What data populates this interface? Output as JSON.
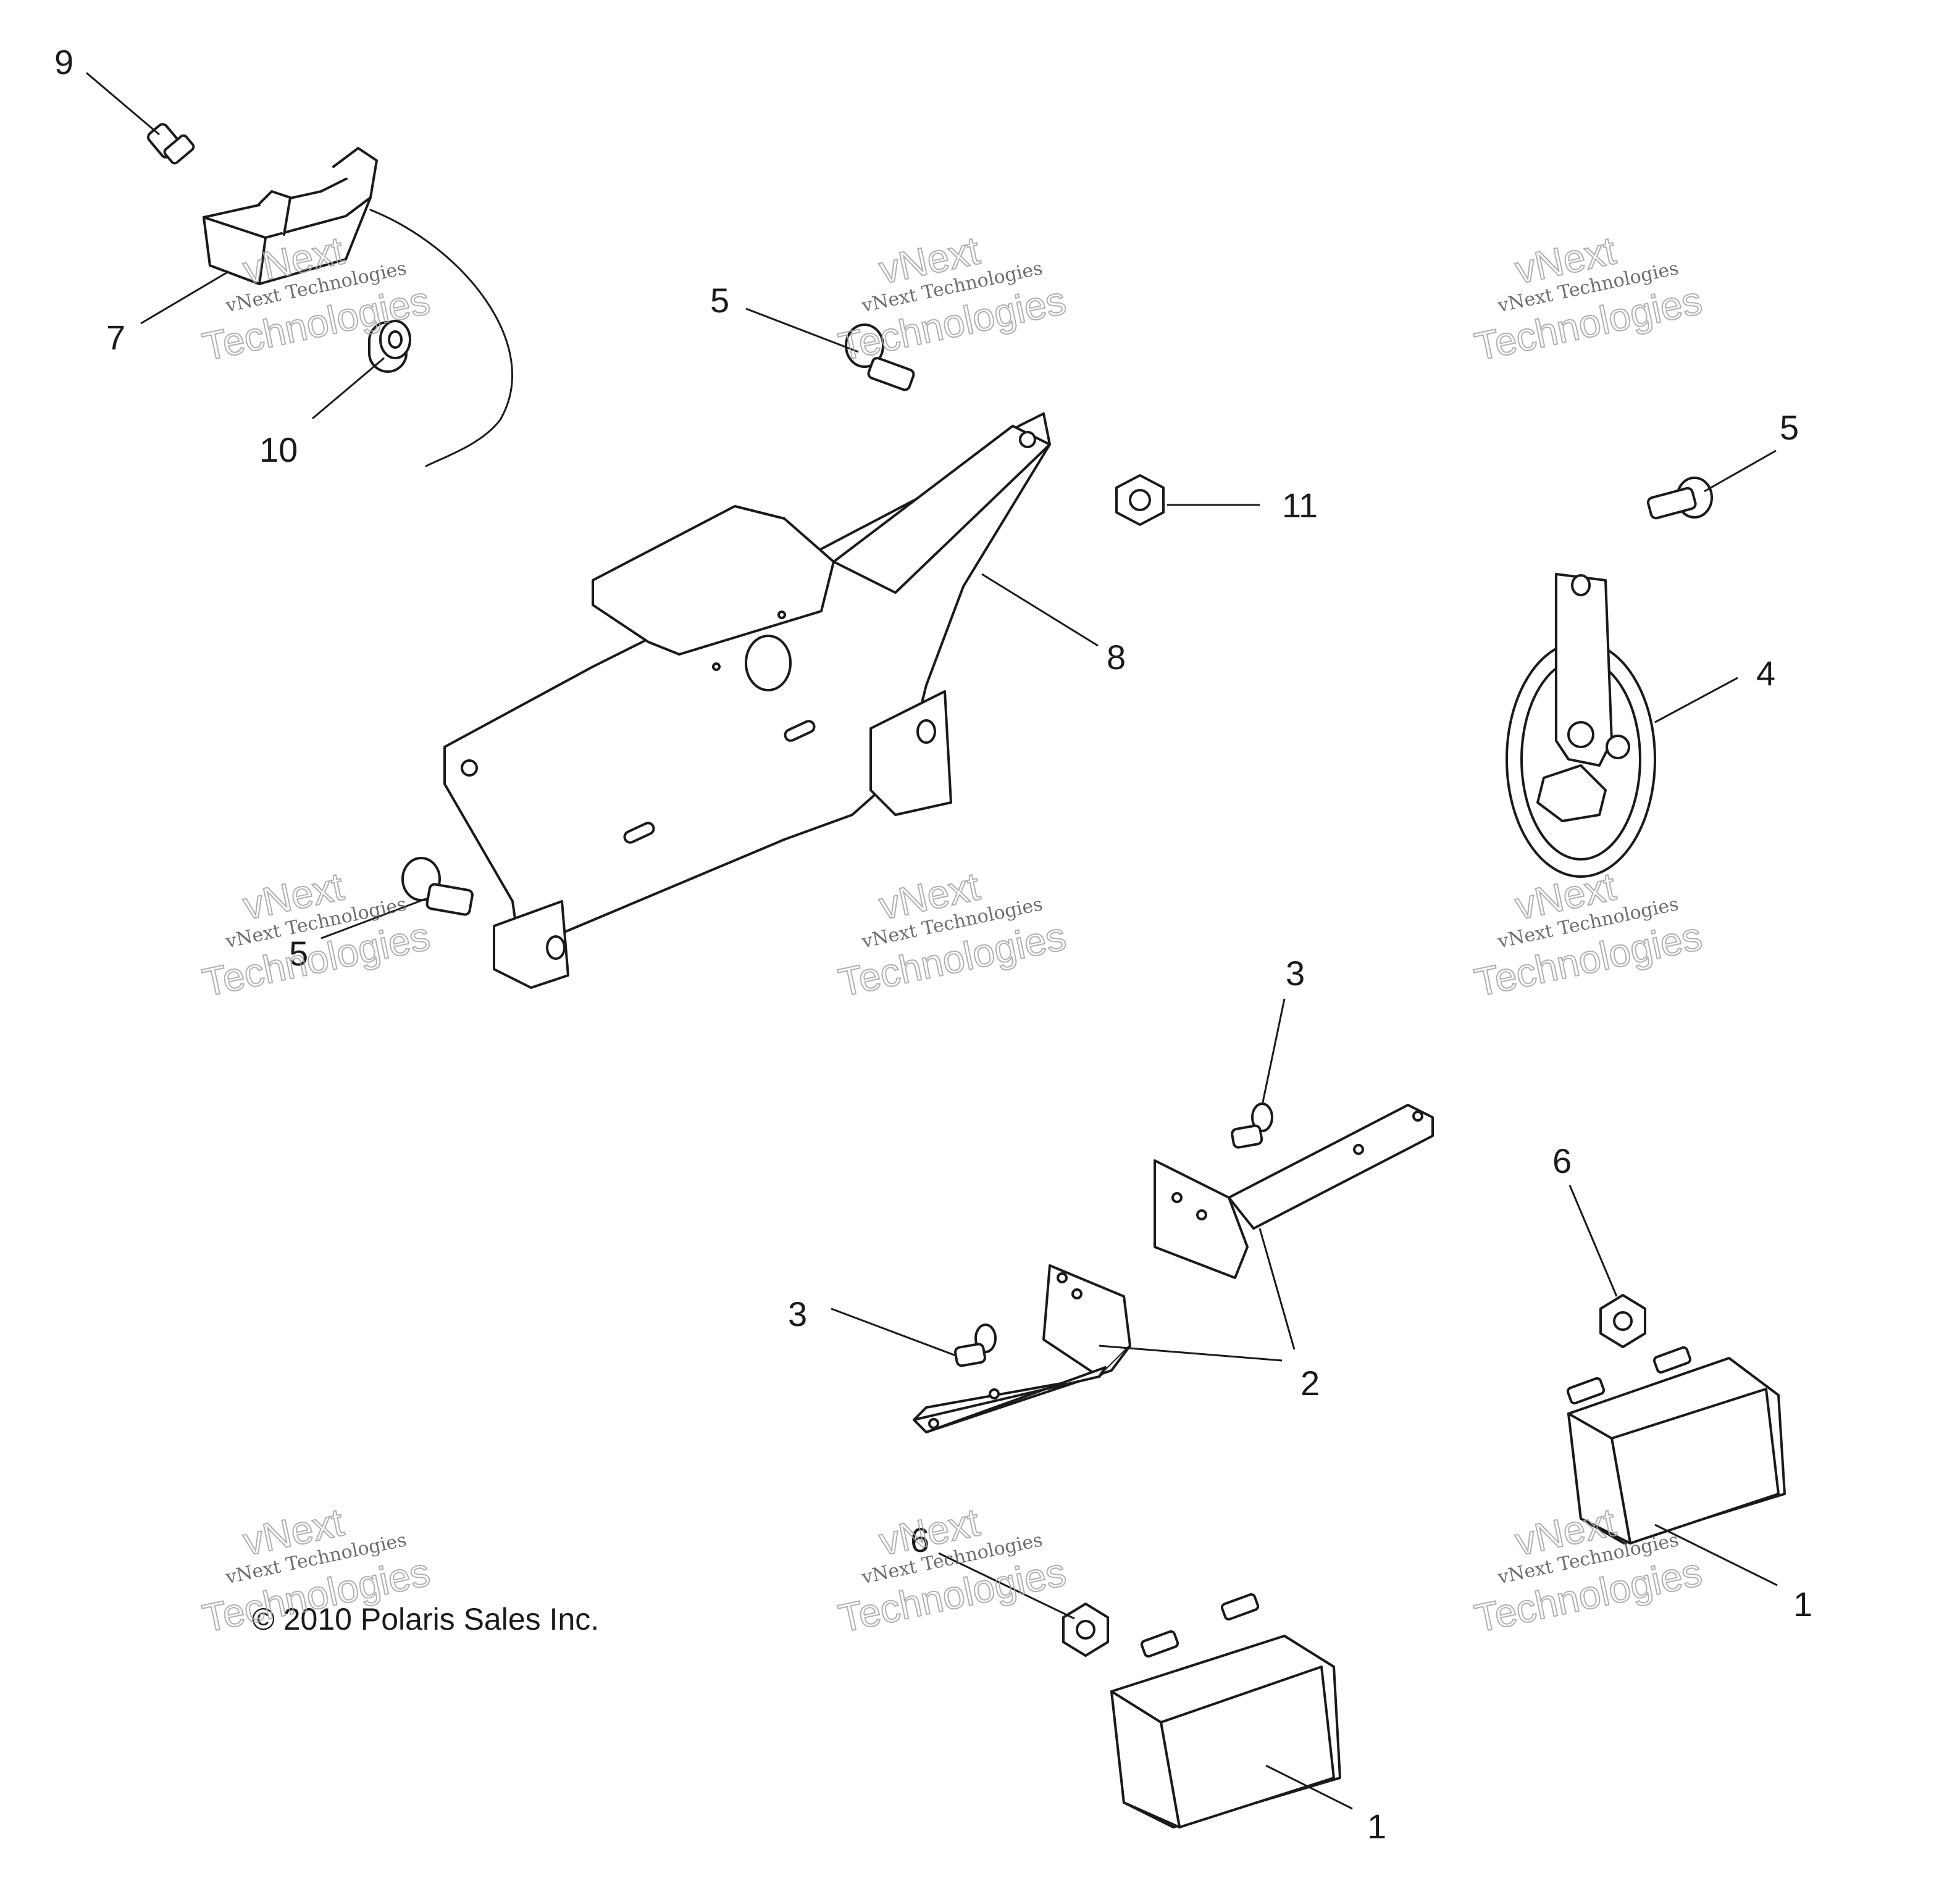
{
  "diagram": {
    "callouts": [
      "9",
      "7",
      "10",
      "5",
      "11",
      "8",
      "5",
      "4",
      "5",
      "3",
      "3",
      "2",
      "6",
      "6",
      "1",
      "1"
    ],
    "copyright": "© 2010  Polaris Sales Inc.",
    "watermark": {
      "line_small": "vNext Technologies",
      "line_big_1": "vNext",
      "line_big_2": "Technologies"
    }
  }
}
